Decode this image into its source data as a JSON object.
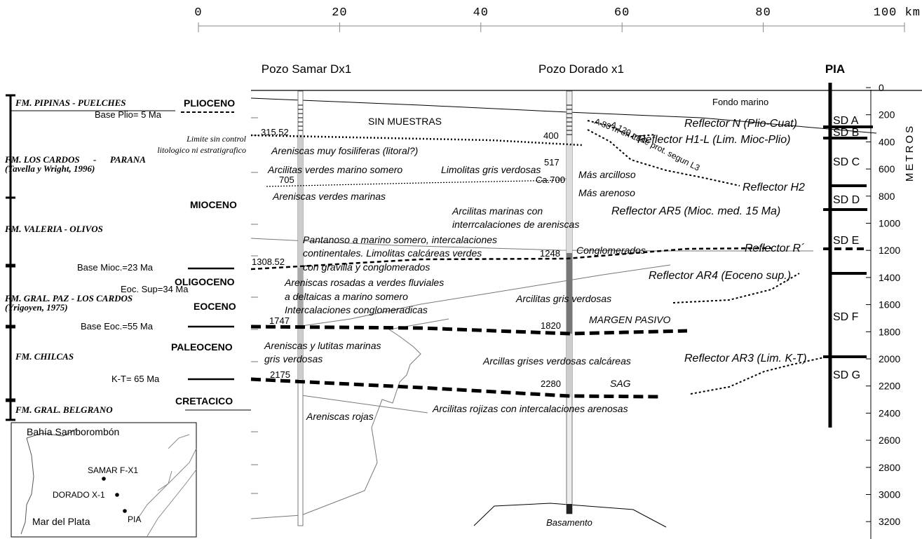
{
  "scale": {
    "ticks": [
      "0",
      "20",
      "40",
      "60",
      "80",
      "100 km"
    ],
    "tick_values_km": [
      0,
      20,
      40,
      60,
      80,
      100
    ]
  },
  "headers": {
    "samar": "Pozo Samar Dx1",
    "dorado": "Pozo Dorado x1",
    "pia": "PIA"
  },
  "formations": [
    {
      "label": "FM. PIPINAS - PUELCHES"
    },
    {
      "label": "FM. LOS CARDOS      -      PARANA"
    },
    {
      "label": "(Tavella y Wright, 1996)"
    },
    {
      "label": "FM. VALERIA - OLIVOS"
    },
    {
      "label": "FM. GRAL. PAZ - LOS CARDOS"
    },
    {
      "label": "(Yrigoyen, 1975)"
    },
    {
      "label": "FM. CHILCAS"
    },
    {
      "label": "FM. GRAL. BELGRANO"
    }
  ],
  "epochs": [
    "PLIOCENO",
    "MIOCENO",
    "OLIGOCENO",
    "EOCENO",
    "PALEOCENO",
    "CRETACICO"
  ],
  "ages": {
    "base_plio": "Base Plio= 5 Ma",
    "limit_1": "Limite sin control",
    "limit_2": "litologico ni estratigrafico",
    "base_mioc": "Base Mioc.=23 Ma",
    "eoc_sup": "Eoc. Sup=34 Ma",
    "base_eoc": "Base Eoc.=55 Ma",
    "kt": "K-T= 65 Ma"
  },
  "depth_labels": {
    "d315": "315.52",
    "d400": "400",
    "d517": "517",
    "d705": "705",
    "d700": "Ca.700",
    "d1308": "1308.52",
    "d1248": "1248",
    "d1747": "1747",
    "d1820": "1820",
    "d2175": "2175",
    "d2280": "2280"
  },
  "annotations": {
    "fondo": "Fondo marino",
    "sin_muestras": "SIN MUESTRAS",
    "a80": "A 80 m en L3",
    "a120": "A 120 m de prot. segun L3",
    "fosiliferas": "Areniscas muy fosiliferas (litoral?)",
    "arcilitas_verdes": "Arcilitas verdes marino somero",
    "limolitas": "Limolitas gris verdosas",
    "mas_arcilloso": "Más arcilloso",
    "mas_arenoso": "Más arenoso",
    "areniscas_verdes": "Areniscas verdes marinas",
    "arcilitas_marinas_1": "Arcilitas marinas con",
    "arcilitas_marinas_2": "interrcalaciones de areniscas",
    "pantanoso_1": "Pantanoso a marino somero, intercalaciones",
    "pantanoso_2": "continentales. Limolitas calcáreas verdes",
    "pantanoso_3": "con gravilla y conglomerados",
    "conglomerados": "Conglomerados",
    "rosadas_1": "Areniscas rosadas a verdes fluviales",
    "rosadas_2": "a deltaicas a marino somero",
    "rosadas_3": "Intercalaciones conglomeradicas",
    "arcilitas_gris": "Arcilitas gris verdosas",
    "margen": "MARGEN PASIVO",
    "lutitas_1": "Areniscas y lutitas marinas",
    "lutitas_2": "gris verdosas",
    "arcillas_grises": "Arcillas grises verdosas calcáreas",
    "sag": "SAG",
    "rojizas": "Arcilitas rojizas con intercalaciones arenosas",
    "rojas": "Areniscas rojas",
    "basamento": "Basamento"
  },
  "reflectors": {
    "n": "Reflector N (Plio-Cuat)",
    "h1": "Reflector H1-L (Lim. Mioc-Plio)",
    "h2": "Reflector H2",
    "ar5": "Reflector AR5 (Mioc. med. 15 Ma)",
    "r": "Reflector R´",
    "ar4": "Reflector AR4 (Eoceno sup.)",
    "ar3": "Reflector AR3 (Lim. K-T)"
  },
  "sd_units": [
    "SD A",
    "SD B",
    "SD C",
    "SD D",
    "SD E",
    "SD F",
    "SD G"
  ],
  "depth_axis": {
    "title": "METROS",
    "ticks": [
      "0",
      "200",
      "400",
      "600",
      "800",
      "1000",
      "1200",
      "1400",
      "1600",
      "1800",
      "2000",
      "2200",
      "2400",
      "2600",
      "2800",
      "3000",
      "3200"
    ]
  },
  "map": {
    "bahia": "Bahía Samborombón",
    "samar": "SAMAR F-X1",
    "dorado": "DORADO X-1",
    "pia": "PIA",
    "mar": "Mar del Plata"
  }
}
